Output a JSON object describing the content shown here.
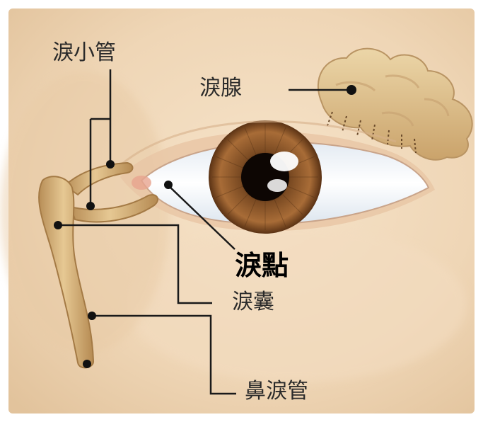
{
  "labels": {
    "canaliculus": "淚小管",
    "lacrimal_gland": "淚腺",
    "punctum": "淚點",
    "lacrimal_sac": "淚囊",
    "nasolacrimal_duct": "鼻淚管"
  }
}
